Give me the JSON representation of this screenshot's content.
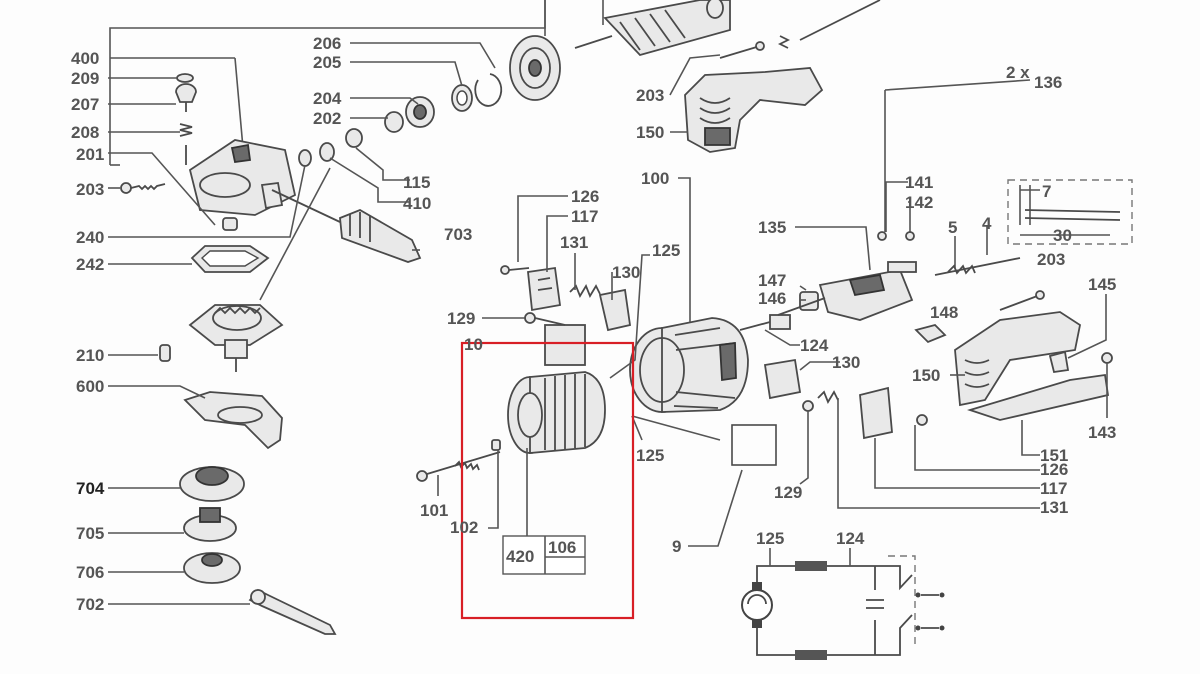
{
  "highlight_color": "#d81f26",
  "labels": {
    "l400": "400",
    "l209": "209",
    "l207": "207",
    "l208": "208",
    "l201": "201",
    "l203a": "203",
    "l240": "240",
    "l242": "242",
    "l210": "210",
    "l600": "600",
    "l704": "704",
    "l705": "705",
    "l706": "706",
    "l702": "702",
    "l206": "206",
    "l205": "205",
    "l204": "204",
    "l202": "202",
    "l115": "115",
    "l410": "410",
    "l703": "703",
    "l203b": "203",
    "l150a": "150",
    "l2x": "2 x",
    "l136": "136",
    "l126a": "126",
    "l117a": "117",
    "l131a": "131",
    "l130a": "130",
    "l125a": "125",
    "l100": "100",
    "l129a": "129",
    "l10": "10",
    "l141": "141",
    "l142": "142",
    "l135": "135",
    "l5": "5",
    "l4": "4",
    "l7": "7",
    "l30": "30",
    "l203c": "203",
    "l145": "145",
    "l147": "147",
    "l146": "146",
    "l148": "148",
    "l124a": "124",
    "l130b": "130",
    "l150b": "150",
    "l143": "143",
    "l125b": "125",
    "l129b": "129",
    "l126b": "126",
    "l117b": "117",
    "l131b": "131",
    "l151": "151",
    "l9": "9",
    "l101": "101",
    "l102": "102",
    "l420": "420",
    "l106": "106",
    "l125c": "125",
    "l124b": "124"
  }
}
